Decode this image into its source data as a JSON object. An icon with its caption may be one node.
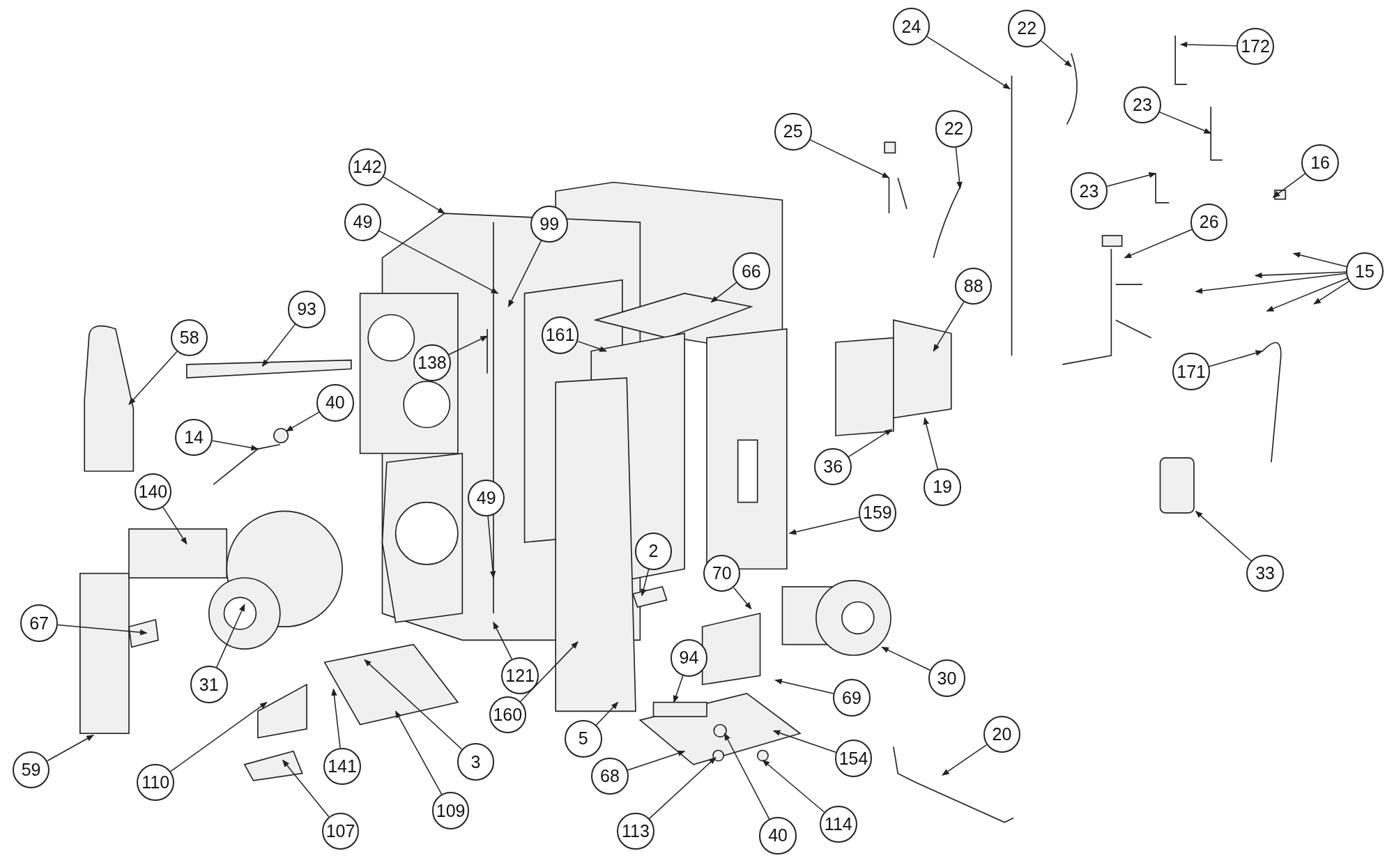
{
  "diagram": {
    "nodes": [
      {
        "text": [
          "24"
        ]
      },
      {
        "text": [
          "22"
        ]
      },
      {
        "text": [
          "172"
        ]
      },
      {
        "text": [
          "25"
        ]
      },
      {
        "text": [
          "22"
        ]
      },
      {
        "text": [
          "23"
        ]
      },
      {
        "text": [
          "23"
        ]
      },
      {
        "text": [
          "16"
        ]
      },
      {
        "text": [
          "142"
        ]
      },
      {
        "text": [
          "49"
        ]
      },
      {
        "text": [
          "99"
        ]
      },
      {
        "text": [
          "26"
        ]
      },
      {
        "text": [
          "15"
        ]
      },
      {
        "text": [
          "66"
        ]
      },
      {
        "text": [
          "88"
        ]
      },
      {
        "text": [
          "93"
        ]
      },
      {
        "text": [
          "138"
        ]
      },
      {
        "text": [
          "161"
        ]
      },
      {
        "text": [
          "58"
        ]
      },
      {
        "text": [
          "171"
        ]
      },
      {
        "text": [
          "40"
        ]
      },
      {
        "text": [
          "14"
        ]
      },
      {
        "text": [
          "36"
        ]
      },
      {
        "text": [
          "19"
        ]
      },
      {
        "text": [
          "49"
        ]
      },
      {
        "text": [
          "140"
        ]
      },
      {
        "text": [
          "159"
        ]
      },
      {
        "text": [
          "33"
        ]
      },
      {
        "text": [
          "2"
        ]
      },
      {
        "text": [
          "70"
        ]
      },
      {
        "text": [
          "67"
        ]
      },
      {
        "text": [
          "31"
        ]
      },
      {
        "text": [
          "94"
        ]
      },
      {
        "text": [
          "121"
        ]
      },
      {
        "text": [
          "30"
        ]
      },
      {
        "text": [
          "69"
        ]
      },
      {
        "text": [
          "160"
        ]
      },
      {
        "text": [
          "5"
        ]
      },
      {
        "text": [
          "20"
        ]
      },
      {
        "text": [
          "154"
        ]
      },
      {
        "text": [
          "110"
        ]
      },
      {
        "text": [
          "141"
        ]
      },
      {
        "text": [
          "3"
        ]
      },
      {
        "text": [
          "68"
        ]
      },
      {
        "text": [
          "59"
        ]
      },
      {
        "text": [
          "109"
        ]
      },
      {
        "text": [
          "107"
        ]
      },
      {
        "text": [
          "113"
        ]
      },
      {
        "text": [
          "40"
        ]
      },
      {
        "text": [
          "114"
        ]
      }
    ],
    "edges": [
      {
        "from": 0,
        "to": null,
        "arrow": "to"
      },
      {
        "from": 1,
        "to": null,
        "arrow": "to"
      },
      {
        "from": 2,
        "to": null,
        "arrow": "to"
      },
      {
        "from": 3,
        "to": null,
        "arrow": "to"
      },
      {
        "from": 4,
        "to": null,
        "arrow": "to"
      },
      {
        "from": 5,
        "to": null,
        "arrow": "to"
      },
      {
        "from": 6,
        "to": null,
        "arrow": "to"
      },
      {
        "from": 7,
        "to": null,
        "arrow": "to"
      },
      {
        "from": 8,
        "to": null,
        "arrow": "to"
      },
      {
        "from": 9,
        "to": null,
        "arrow": "to"
      },
      {
        "from": 10,
        "to": null,
        "arrow": "to"
      },
      {
        "from": 11,
        "to": null,
        "arrow": "to"
      },
      {
        "from": 12,
        "to": null,
        "arrow": "to"
      },
      {
        "from": 12,
        "to": null,
        "arrow": "to"
      },
      {
        "from": 12,
        "to": null,
        "arrow": "to"
      },
      {
        "from": 12,
        "to": null,
        "arrow": "to"
      },
      {
        "from": 12,
        "to": null,
        "arrow": "to"
      },
      {
        "from": 13,
        "to": null,
        "arrow": "to"
      },
      {
        "from": 14,
        "to": null,
        "arrow": "to"
      },
      {
        "from": 15,
        "to": null,
        "arrow": "to"
      },
      {
        "from": 16,
        "to": null,
        "arrow": "to"
      },
      {
        "from": 17,
        "to": null,
        "arrow": "to"
      },
      {
        "from": 18,
        "to": null,
        "arrow": "to"
      },
      {
        "from": 19,
        "to": null,
        "arrow": "to"
      },
      {
        "from": 20,
        "to": null,
        "arrow": "to"
      },
      {
        "from": 21,
        "to": null,
        "arrow": "to"
      },
      {
        "from": 22,
        "to": null,
        "arrow": "to"
      },
      {
        "from": 23,
        "to": null,
        "arrow": "to"
      },
      {
        "from": 24,
        "to": null,
        "arrow": "to"
      },
      {
        "from": 25,
        "to": null,
        "arrow": "to"
      },
      {
        "from": 26,
        "to": null,
        "arrow": "to"
      },
      {
        "from": 27,
        "to": null,
        "arrow": "to"
      },
      {
        "from": 28,
        "to": null,
        "arrow": "to"
      },
      {
        "from": 29,
        "to": null,
        "arrow": "to"
      },
      {
        "from": 30,
        "to": null,
        "arrow": "to"
      },
      {
        "from": 31,
        "to": null,
        "arrow": "to"
      },
      {
        "from": 32,
        "to": null,
        "arrow": "to"
      },
      {
        "from": 33,
        "to": null,
        "arrow": "to"
      },
      {
        "from": 34,
        "to": null,
        "arrow": "to"
      },
      {
        "from": 35,
        "to": null,
        "arrow": "to"
      },
      {
        "from": 36,
        "to": null,
        "arrow": "to"
      },
      {
        "from": 37,
        "to": null,
        "arrow": "to"
      },
      {
        "from": 38,
        "to": null,
        "arrow": "to"
      },
      {
        "from": 39,
        "to": null,
        "arrow": "to"
      },
      {
        "from": 40,
        "to": null,
        "arrow": "to"
      },
      {
        "from": 41,
        "to": null,
        "arrow": "to"
      },
      {
        "from": 42,
        "to": null,
        "arrow": "to"
      },
      {
        "from": 43,
        "to": null,
        "arrow": "to"
      },
      {
        "from": 44,
        "to": null,
        "arrow": "to"
      },
      {
        "from": 45,
        "to": null,
        "arrow": "to"
      },
      {
        "from": 46,
        "to": null,
        "arrow": "to"
      },
      {
        "from": 47,
        "to": null,
        "arrow": "to"
      },
      {
        "from": 48,
        "to": null,
        "arrow": "to"
      },
      {
        "from": 49,
        "to": null,
        "arrow": "to"
      }
    ]
  }
}
